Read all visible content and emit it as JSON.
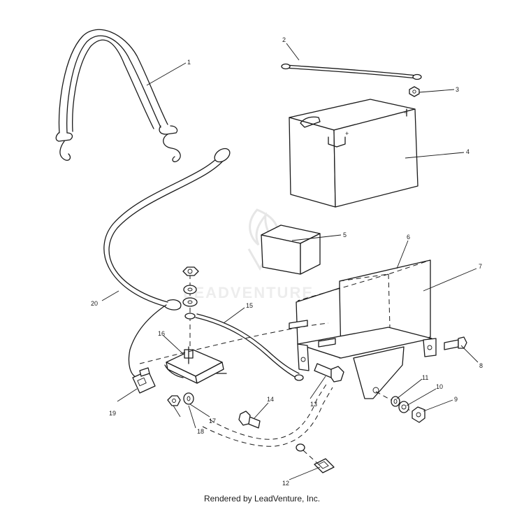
{
  "watermark": "LEADVENTURE",
  "footer": "Rendered by LeadVenture, Inc.",
  "callouts": [
    "1",
    "2",
    "3",
    "4",
    "5",
    "6",
    "7",
    "8",
    "9",
    "10",
    "11",
    "12",
    "13",
    "14",
    "15",
    "16",
    "17",
    "18",
    "19",
    "20"
  ]
}
